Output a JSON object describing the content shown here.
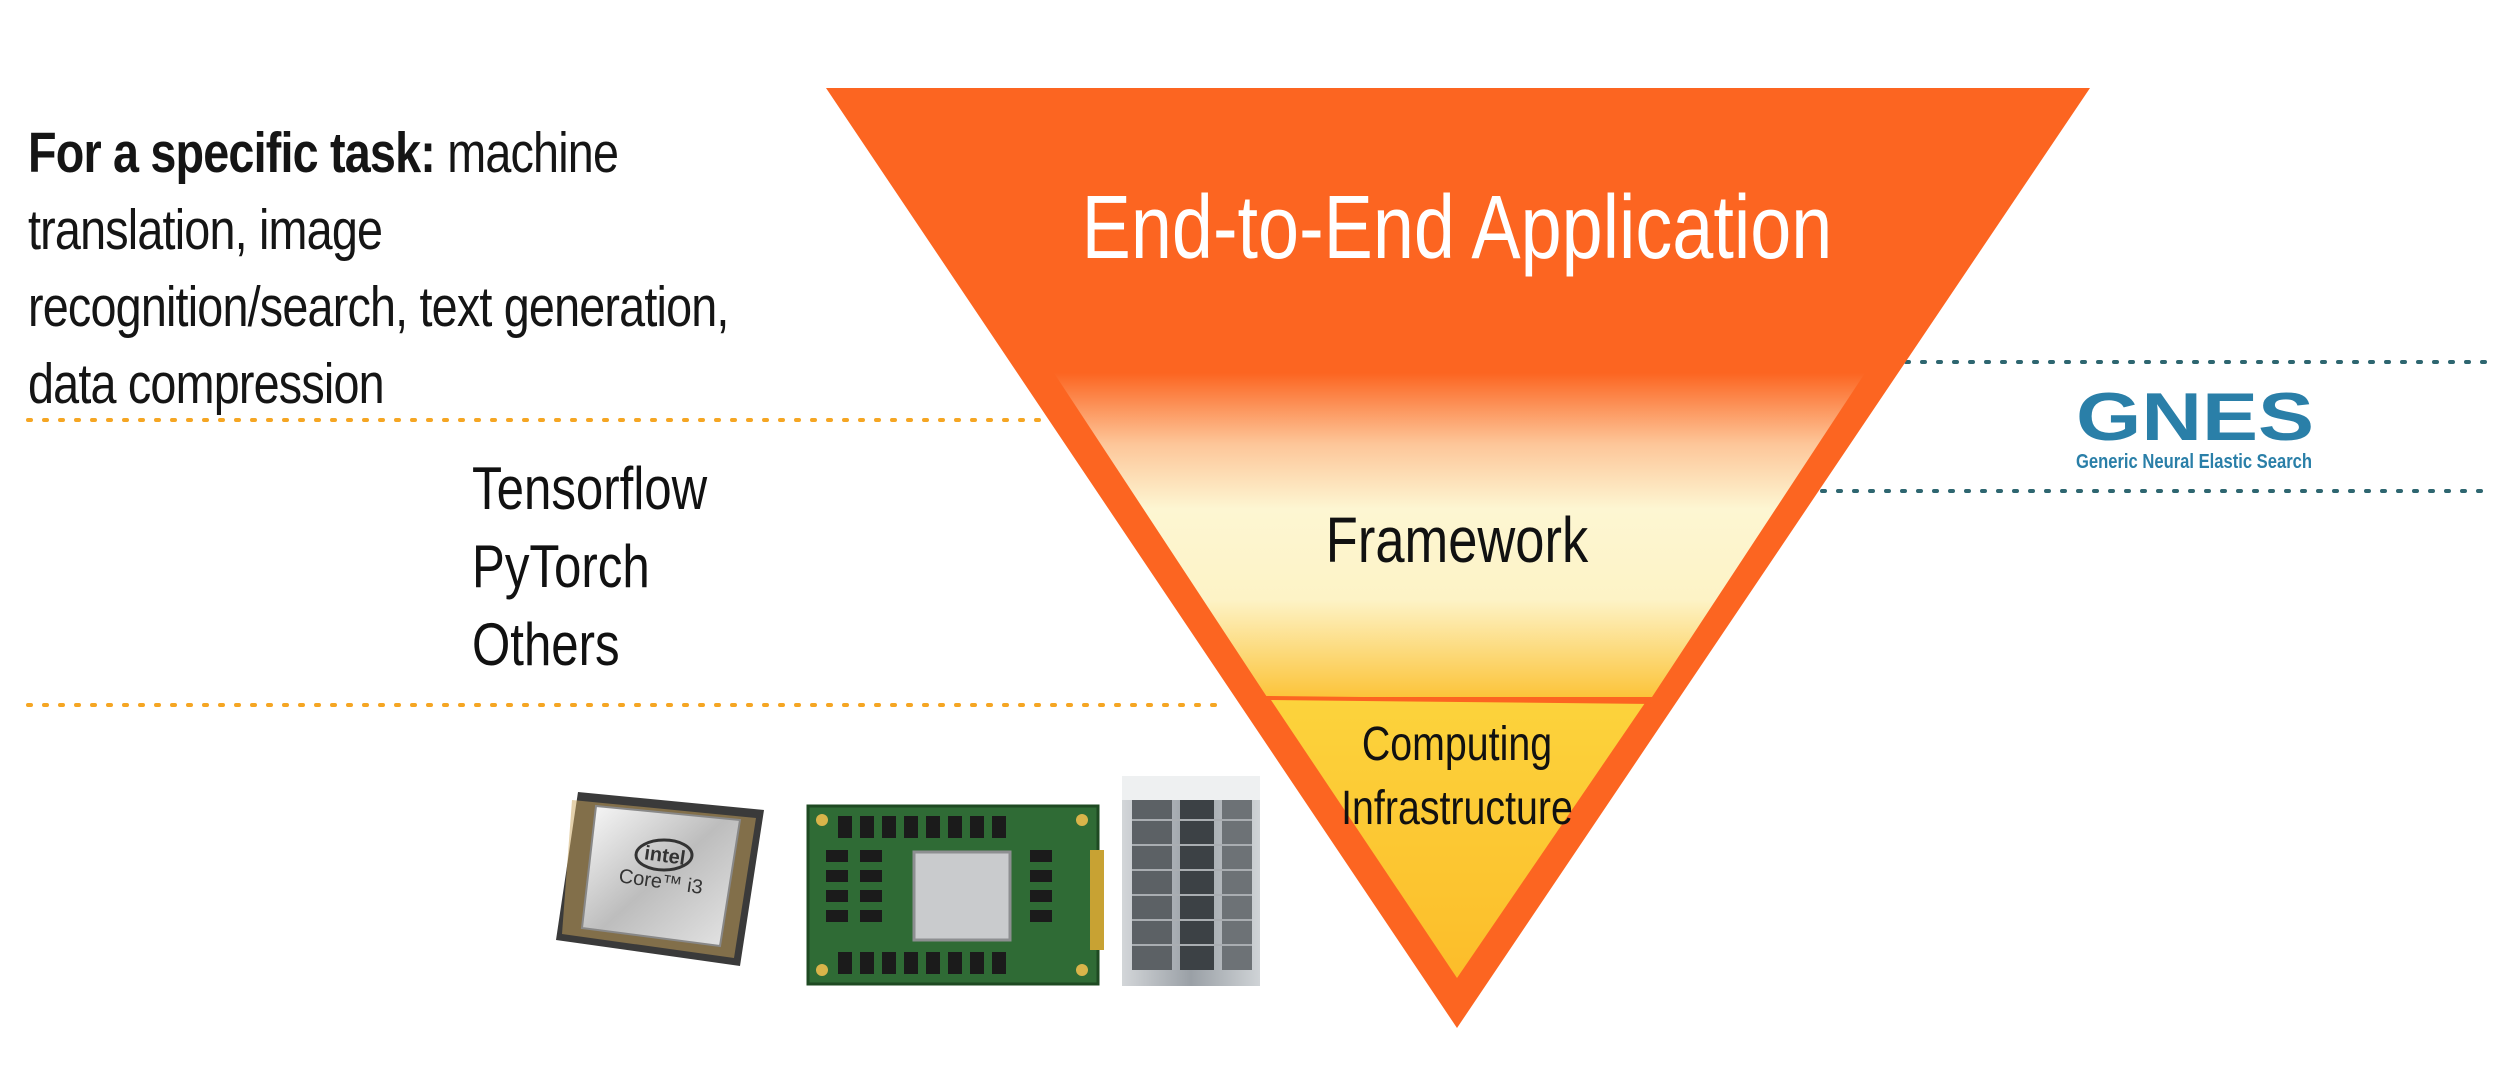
{
  "task": {
    "lead": "For a specific task:",
    "body": "machine translation, image recognition/search, text generation, data compression"
  },
  "frameworks": [
    "Tensorflow",
    "PyTorch",
    "Others"
  ],
  "pyramid": {
    "top": "End-to-End Application",
    "middle": "Framework",
    "bottom_line1": "Computing",
    "bottom_line2": "Infrastructure"
  },
  "logo": {
    "wordmark": "GNES",
    "tagline": "Generic Neural Elastic Search"
  },
  "colors": {
    "orange": "#fc6521",
    "yellow": "#fccf38",
    "cream": "#fdf4cf",
    "dot_orange": "#f5a623",
    "dot_teal": "#2e6670",
    "logo_blue": "#2a7fa8"
  },
  "hardware_images": [
    "cpu-chip-image",
    "tpu-board-image",
    "server-rack-image"
  ]
}
